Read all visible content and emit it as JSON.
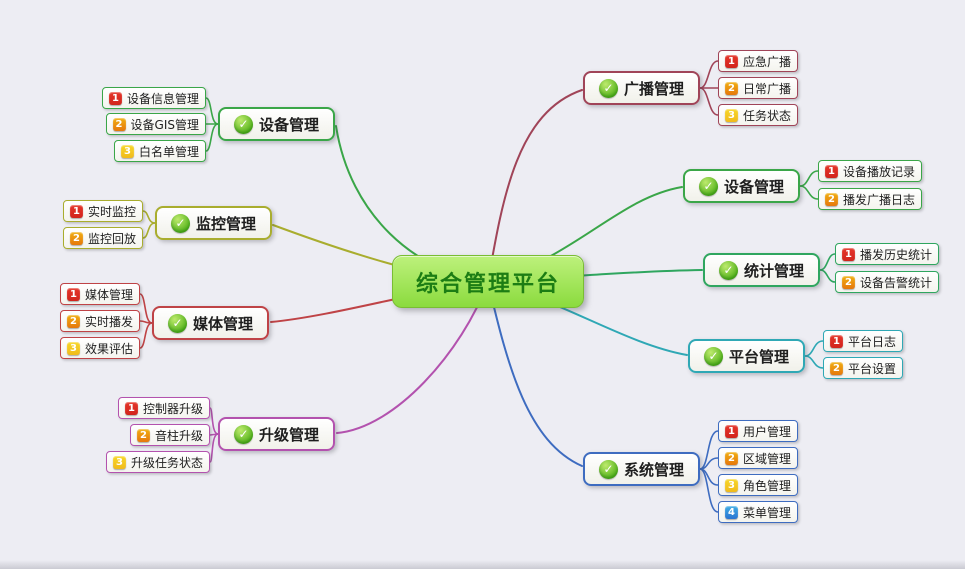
{
  "background": "#ededf3",
  "center": {
    "label": "综合管理平台",
    "bg": "#97e04e",
    "border": "#79bd33",
    "text_color": "#1c7d14"
  },
  "check_icon": "✓",
  "badge_colors": {
    "1": "#d6281f",
    "2": "#e8840d",
    "3": "#f2c11e",
    "4": "#2f81d6"
  },
  "branches": [
    {
      "side": "left",
      "label": "设备管理",
      "color": "#3aa648",
      "children": [
        {
          "n": "1",
          "label": "设备信息管理"
        },
        {
          "n": "2",
          "label": "设备GIS管理"
        },
        {
          "n": "3",
          "label": "白名单管理"
        }
      ]
    },
    {
      "side": "left",
      "label": "监控管理",
      "color": "#a9ad2e",
      "children": [
        {
          "n": "1",
          "label": "实时监控"
        },
        {
          "n": "2",
          "label": "监控回放"
        }
      ]
    },
    {
      "side": "left",
      "label": "媒体管理",
      "color": "#bf4346",
      "children": [
        {
          "n": "1",
          "label": "媒体管理"
        },
        {
          "n": "2",
          "label": "实时播发"
        },
        {
          "n": "3",
          "label": "效果评估"
        }
      ]
    },
    {
      "side": "left",
      "label": "升级管理",
      "color": "#b352ae",
      "children": [
        {
          "n": "1",
          "label": "控制器升级"
        },
        {
          "n": "2",
          "label": "音柱升级"
        },
        {
          "n": "3",
          "label": "升级任务状态"
        }
      ]
    },
    {
      "side": "right",
      "label": "广播管理",
      "color": "#a04458",
      "children": [
        {
          "n": "1",
          "label": "应急广播"
        },
        {
          "n": "2",
          "label": "日常广播"
        },
        {
          "n": "3",
          "label": "任务状态"
        }
      ]
    },
    {
      "side": "right",
      "label": "设备管理",
      "color": "#3aa648",
      "children": [
        {
          "n": "1",
          "label": "设备播放记录"
        },
        {
          "n": "2",
          "label": "播发广播日志"
        }
      ]
    },
    {
      "side": "right",
      "label": "统计管理",
      "color": "#2fa65f",
      "children": [
        {
          "n": "1",
          "label": "播发历史统计"
        },
        {
          "n": "2",
          "label": "设备告警统计"
        }
      ]
    },
    {
      "side": "right",
      "label": "平台管理",
      "color": "#2fa8b5",
      "children": [
        {
          "n": "1",
          "label": "平台日志"
        },
        {
          "n": "2",
          "label": "平台设置"
        }
      ]
    },
    {
      "side": "right",
      "label": "系统管理",
      "color": "#3e6cc0",
      "children": [
        {
          "n": "1",
          "label": "用户管理"
        },
        {
          "n": "2",
          "label": "区域管理"
        },
        {
          "n": "3",
          "label": "角色管理"
        },
        {
          "n": "4",
          "label": "菜单管理"
        }
      ]
    }
  ]
}
